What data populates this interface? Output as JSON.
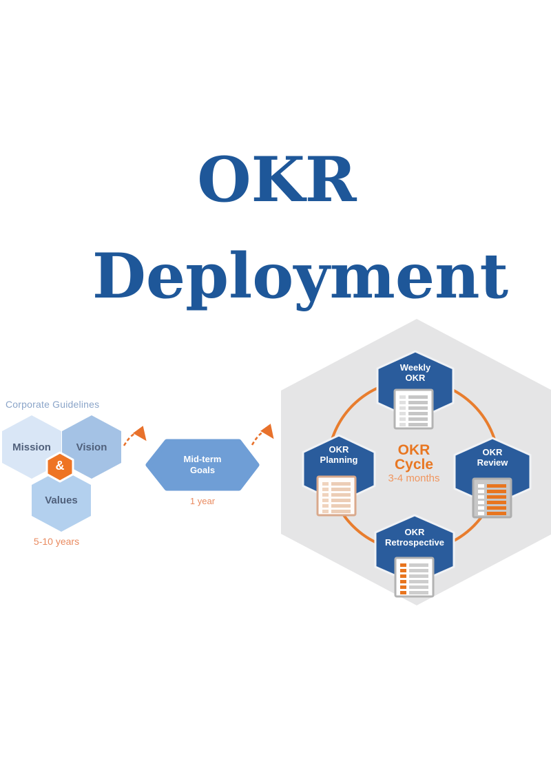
{
  "title": {
    "line1": "OKR",
    "line2": "Deployment"
  },
  "corporate_guidelines": {
    "heading": "Corporate Guidelines",
    "mission": "Mission",
    "vision": "Vision",
    "values": "Values",
    "connector": "&",
    "timeframe": "5-10 years"
  },
  "mid_term": {
    "line1": "Mid-term",
    "line2": "Goals",
    "timeframe": "1 year"
  },
  "okr_cycle": {
    "center_line1": "OKR",
    "center_line2": "Cycle",
    "center_subtitle": "3-4 months",
    "nodes": [
      {
        "line1": "Weekly",
        "line2": "OKR",
        "icon": "checklist-document"
      },
      {
        "line1": "OKR",
        "line2": "Planning",
        "icon": "checklist-document"
      },
      {
        "line1": "OKR",
        "line2": "Review",
        "icon": "checklist-document-highlighted"
      },
      {
        "line1": "OKR",
        "line2": "Retrospective",
        "icon": "checklist-document-milestones"
      }
    ]
  },
  "icons": {
    "flow_arrow": "curved-dashed-arrow",
    "cycle_ring": "orange-circle-ring",
    "connector_shape": "orange-hexagon"
  },
  "colors": {
    "title_blue": "#1e5799",
    "node_blue": "#2a5c9c",
    "node_stroke": "#f0f2f5",
    "mission_fill": "#d9e6f6",
    "vision_fill": "#a4c2e5",
    "values_fill": "#b3d0ee",
    "amp_fill": "#ee7424",
    "midterm_fill": "#6f9ed6",
    "bg_hex": "#e5e5e6",
    "arc_orange": "#e87d2e",
    "flow_orange": "#e8712b",
    "orange": "#e87722",
    "orange_light": "#f0955e",
    "orange_text": "#e98a5f",
    "label_blue": "#8aa4c8",
    "hex_text": "#50607b"
  }
}
